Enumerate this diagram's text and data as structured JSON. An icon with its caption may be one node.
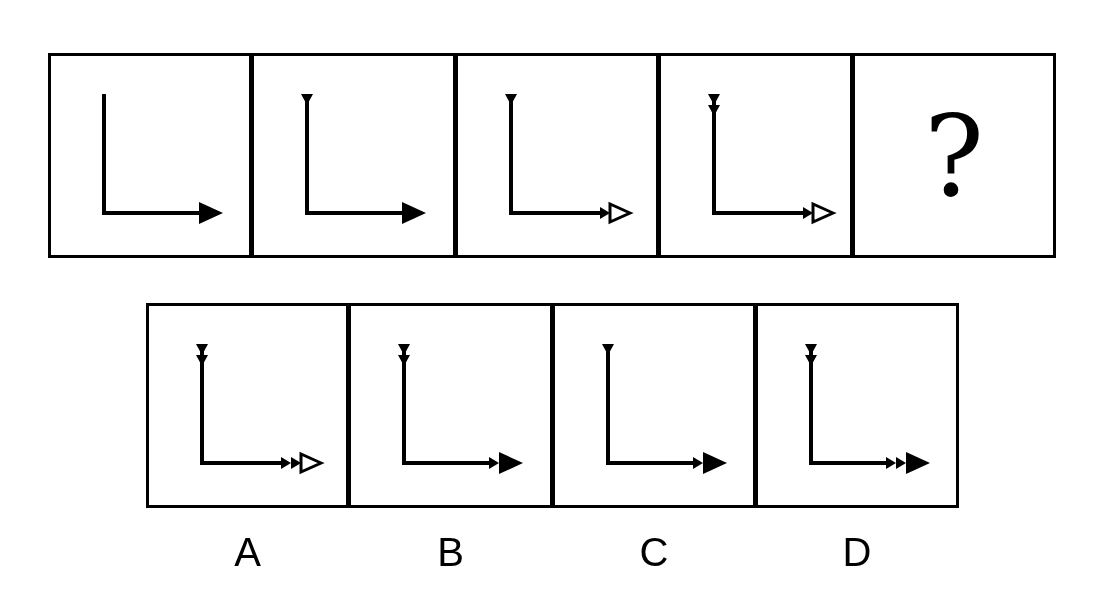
{
  "diagram": {
    "nodes": [
      {
        "text": [],
        "shape": "box"
      },
      {
        "text": [],
        "shape": "box"
      },
      {
        "text": [],
        "shape": "box"
      },
      {
        "text": [],
        "shape": "box"
      },
      {
        "text": [
          "?"
        ]
      },
      {
        "text": [],
        "shape": "box",
        "beside": [
          "A"
        ]
      },
      {
        "text": [],
        "shape": "box",
        "beside": [
          "B"
        ]
      },
      {
        "text": [],
        "shape": "box",
        "beside": [
          "C"
        ]
      },
      {
        "text": [],
        "shape": "box",
        "beside": [
          "D"
        ]
      }
    ]
  }
}
